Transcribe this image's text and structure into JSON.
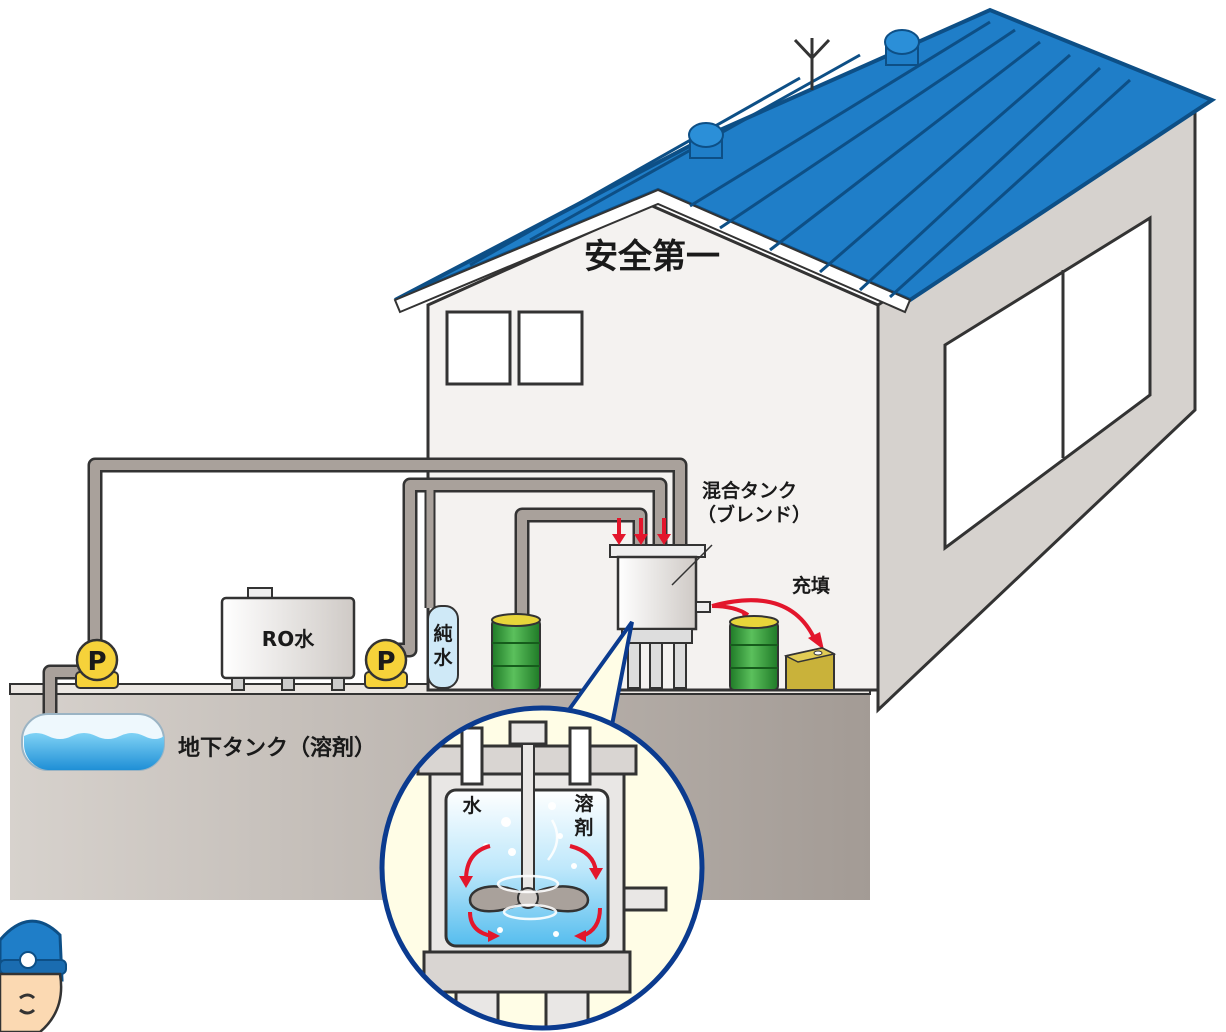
{
  "sign": "安全第一",
  "labels": {
    "mixing_tank": "混合タンク",
    "blend": "（ブレンド）",
    "filling": "充填",
    "ro_water": "RO水",
    "pure_water_1": "純",
    "pure_water_2": "水",
    "underground_tank": "地下タンク（溶剤）",
    "pump_letter": "P",
    "inset_water": "水",
    "inset_solvent_1": "溶",
    "inset_solvent_2": "剤"
  },
  "colors": {
    "roof": "#1f7ec8",
    "roof_edge": "#0d4f86",
    "pipe": "#a9a19b",
    "pump": "#f6d23a",
    "drum": "#2f9a36",
    "can": "#c9b23a",
    "arrow": "#e3162c",
    "inset_border": "#0b3b8f",
    "inset_bg": "#fffde6",
    "liquid": "#2ca7e6"
  }
}
